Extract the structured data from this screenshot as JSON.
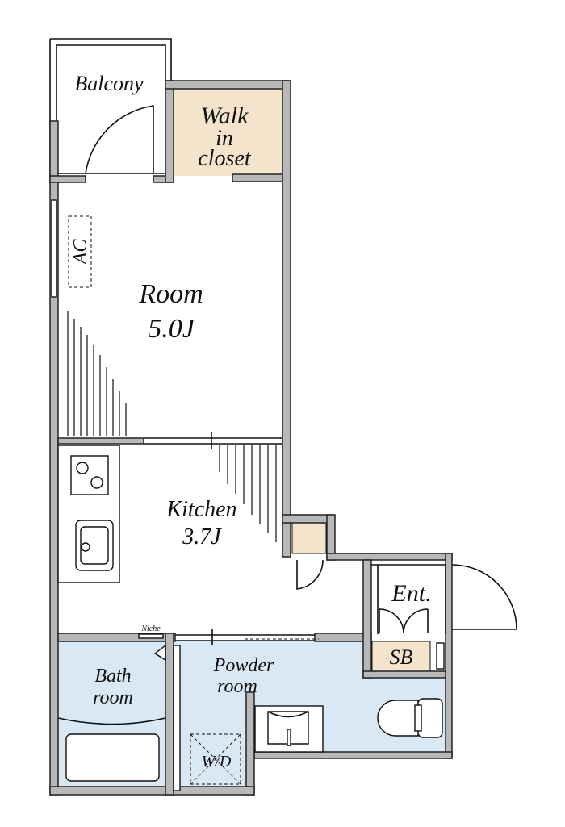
{
  "colors": {
    "wall": "#b8b8b8",
    "closet": "#f3e4cb",
    "wet_area": "#d9e8f5"
  },
  "rooms": {
    "balcony": "Balcony",
    "walk_in_closet": [
      "Walk",
      "in",
      "closet"
    ],
    "ac": "AC",
    "room": {
      "name": "Room",
      "size": "5.0J"
    },
    "kitchen": {
      "name": "Kitchen",
      "size": "3.7J"
    },
    "entrance": "Ent.",
    "shoe_box": "SB",
    "niche": "Niche",
    "bath": [
      "Bath",
      "room"
    ],
    "powder": [
      "Powder",
      "room"
    ],
    "washer": "W/D"
  }
}
